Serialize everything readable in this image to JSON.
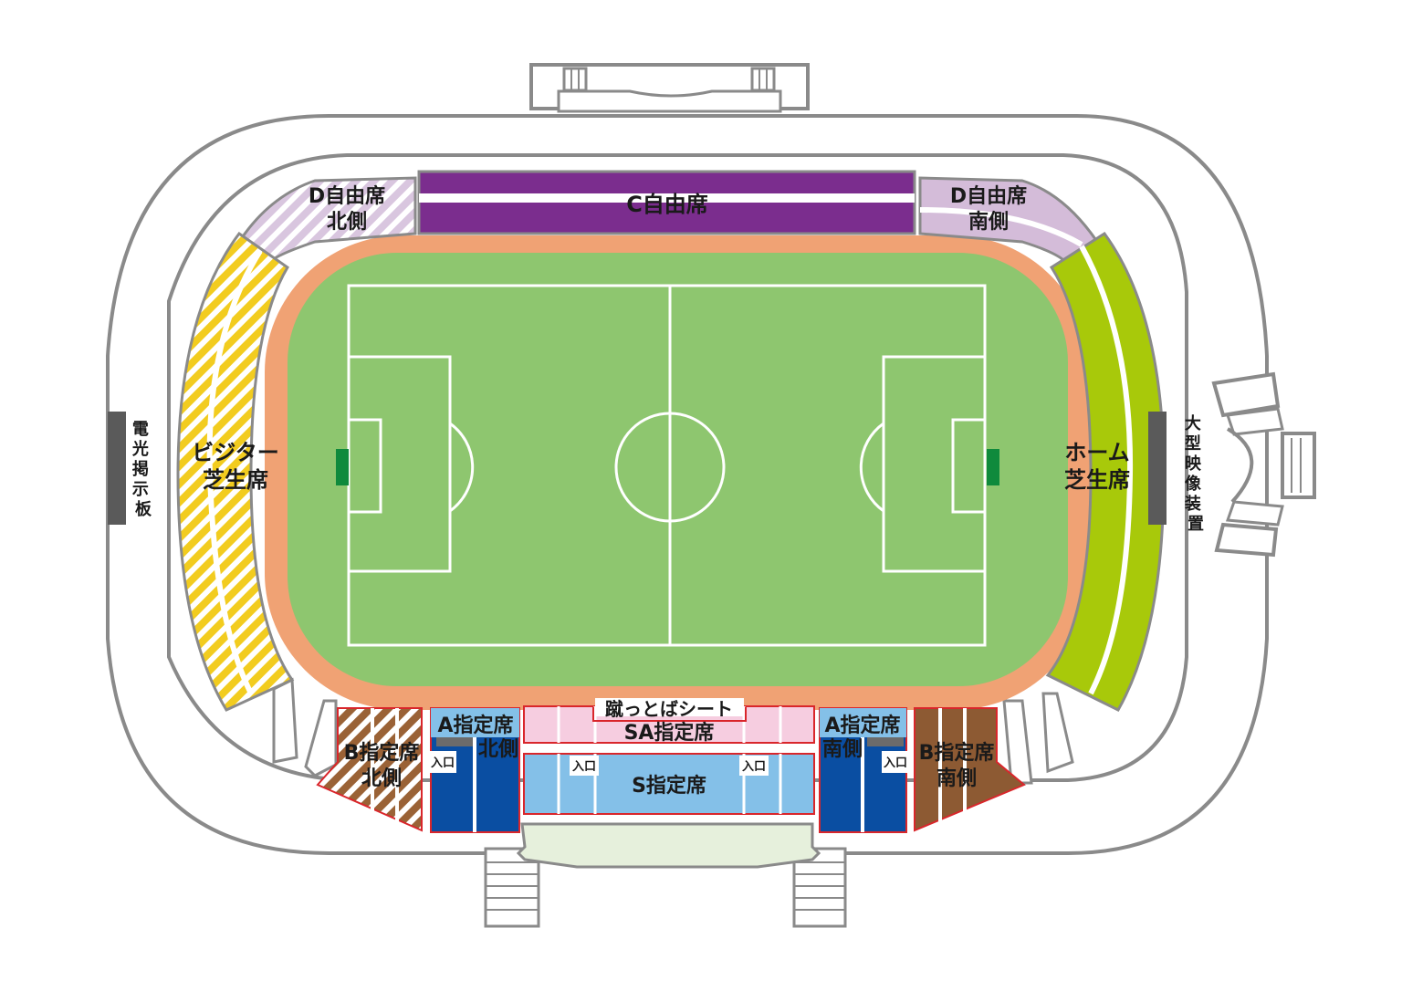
{
  "sections": {
    "c_free": {
      "label": "C自由席",
      "color": "#7b2d8e"
    },
    "d_free_north": {
      "line1": "D自由席",
      "line2": "北側",
      "color": "#d9c6df"
    },
    "d_free_south": {
      "line1": "D自由席",
      "line2": "南側",
      "color": "#d4bcd9"
    },
    "visitor_lawn": {
      "line1": "ビジター",
      "line2": "芝生席",
      "color": "#f2cc1f"
    },
    "home_lawn": {
      "line1": "ホーム",
      "line2": "芝生席",
      "color": "#a8c90a"
    },
    "kettoba_seat": {
      "label": "蹴っとばシート",
      "color": "#d9262b"
    },
    "sa_reserved": {
      "label": "SA指定席",
      "color": "#f6cde0"
    },
    "s_reserved": {
      "label": "S指定席",
      "color": "#84c0e8"
    },
    "a_reserved_north": {
      "line1": "A指定席",
      "line2": "北側",
      "color": "#0a4ea2"
    },
    "a_reserved_south": {
      "line1": "A指定席",
      "line2": "南側",
      "color": "#0a4ea2"
    },
    "b_reserved_north": {
      "line1": "B指定席",
      "line2": "北側",
      "color": "#9a6236"
    },
    "b_reserved_south": {
      "line1": "B指定席",
      "line2": "南側",
      "color": "#8d5a33"
    }
  },
  "entrances": {
    "a_north": "入口",
    "s_left": "入口",
    "s_right": "入口",
    "a_south": "入口"
  },
  "facilities": {
    "scoreboard": "電光掲示板",
    "big_screen": "大型映像装置"
  },
  "colors": {
    "pitch": "#8ec66f",
    "track": "#f0a274",
    "goal": "#0f8a3c",
    "outline": "#8a8a8a"
  }
}
